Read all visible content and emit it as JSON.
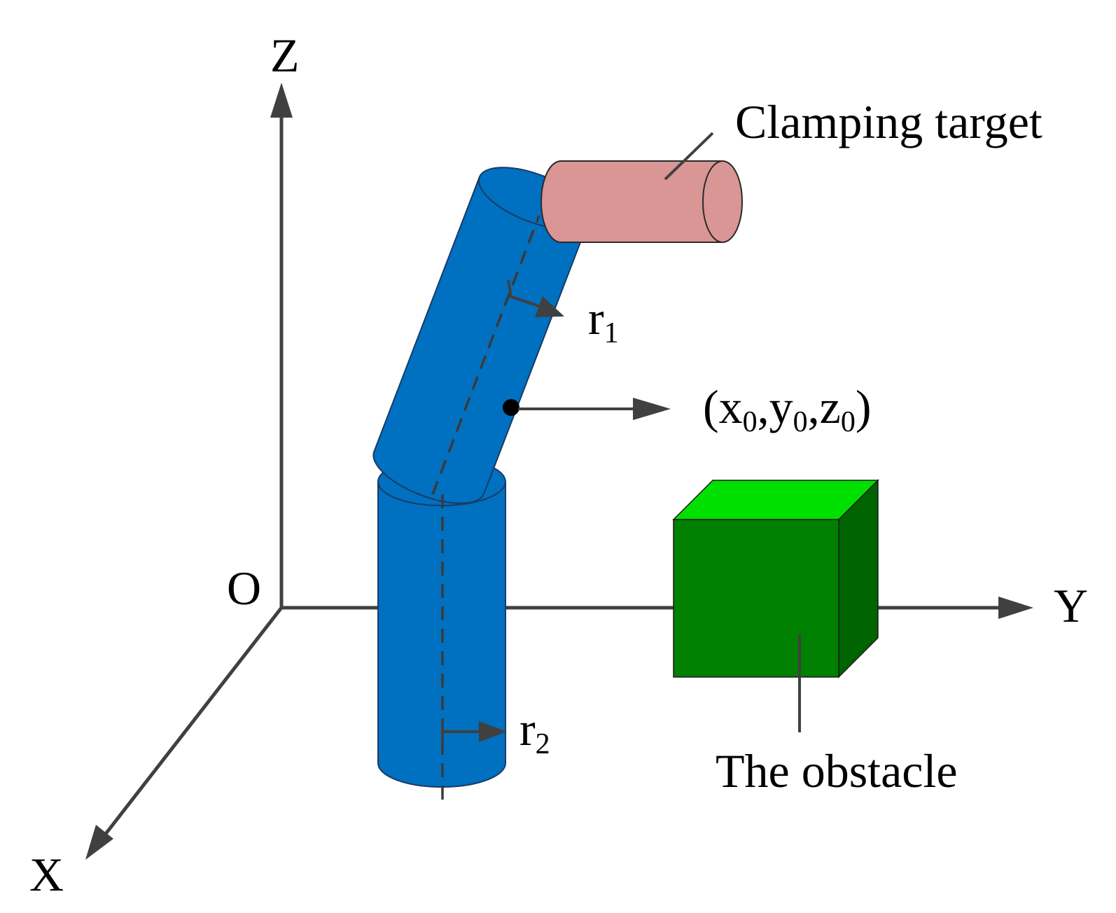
{
  "axes": {
    "z_label": "Z",
    "y_label": "Y",
    "x_label": "X",
    "origin_label": "O"
  },
  "labels": {
    "clamping_target": "Clamping target",
    "obstacle": "The obstacle",
    "r1": {
      "base": "r",
      "sub": "1"
    },
    "r2": {
      "base": "r",
      "sub": "2"
    },
    "point": {
      "p1": "(x",
      "s1": "0",
      "p2": ",y",
      "s2": "0",
      "p3": ",z",
      "s3": "0",
      "p4": ")"
    }
  },
  "colors": {
    "link_blue": "#0070c0",
    "target_pink": "#d99694",
    "obstacle_front": "#008000",
    "obstacle_top": "#00e000",
    "obstacle_side": "#006400",
    "axis_gray": "#404040"
  }
}
